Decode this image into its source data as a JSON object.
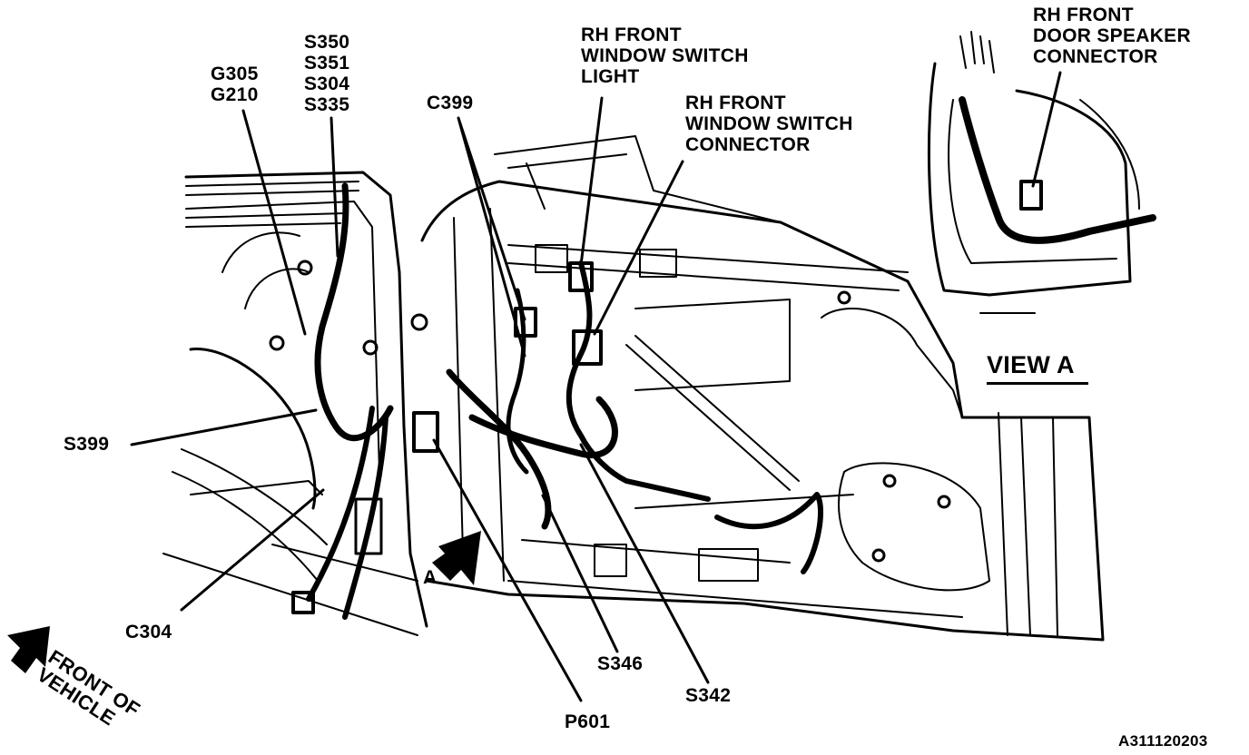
{
  "labels": {
    "g305_g210": [
      "G305",
      "G210"
    ],
    "splices_top": [
      "S350",
      "S351",
      "S304",
      "S335"
    ],
    "c399": "C399",
    "rh_window_switch_light": [
      "RH FRONT",
      "WINDOW SWITCH",
      "LIGHT"
    ],
    "rh_window_switch_connector": [
      "RH FRONT",
      "WINDOW SWITCH",
      "CONNECTOR"
    ],
    "rh_door_speaker_connector": [
      "RH FRONT",
      "DOOR SPEAKER",
      "CONNECTOR"
    ],
    "view_a": "VIEW A",
    "s399": "S399",
    "c304": "C304",
    "front_of_vehicle": [
      "FRONT OF",
      "VEHICLE"
    ],
    "view_marker_a": "A",
    "s346": "S346",
    "s342": "S342",
    "p601": "P601",
    "figure_code": "A311120203"
  }
}
